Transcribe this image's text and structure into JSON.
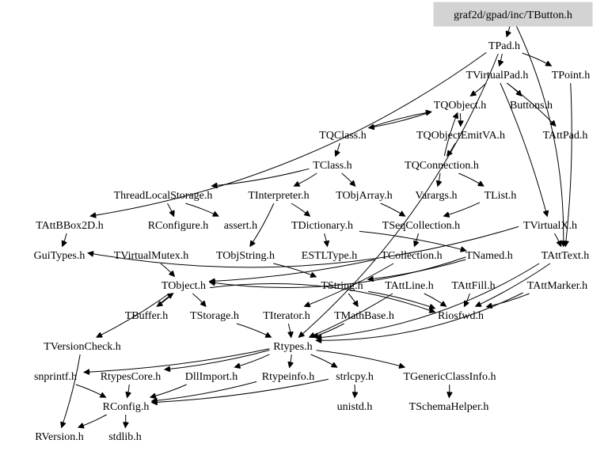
{
  "diagram": {
    "root": "graf2d/gpad/inc/TButton.h",
    "nodes": [
      {
        "id": "n0",
        "label": "graf2d/gpad/inc/TButton.h"
      },
      {
        "id": "n1",
        "label": "TPad.h"
      },
      {
        "id": "n2",
        "label": "TVirtualPad.h"
      },
      {
        "id": "n3",
        "label": "TPoint.h"
      },
      {
        "id": "n4",
        "label": "TQObject.h"
      },
      {
        "id": "n5",
        "label": "Buttons.h"
      },
      {
        "id": "n6",
        "label": "TQClass.h"
      },
      {
        "id": "n7",
        "label": "TQObjectEmitVA.h"
      },
      {
        "id": "n8",
        "label": "TAttPad.h"
      },
      {
        "id": "n9",
        "label": "TClass.h"
      },
      {
        "id": "n10",
        "label": "TQConnection.h"
      },
      {
        "id": "n11",
        "label": "ThreadLocalStorage.h"
      },
      {
        "id": "n12",
        "label": "TInterpreter.h"
      },
      {
        "id": "n13",
        "label": "TObjArray.h"
      },
      {
        "id": "n14",
        "label": "Varargs.h"
      },
      {
        "id": "n15",
        "label": "TList.h"
      },
      {
        "id": "n16",
        "label": "TAttBBox2D.h"
      },
      {
        "id": "n17",
        "label": "RConfigure.h"
      },
      {
        "id": "n18",
        "label": "assert.h"
      },
      {
        "id": "n19",
        "label": "TDictionary.h"
      },
      {
        "id": "n20",
        "label": "TSeqCollection.h"
      },
      {
        "id": "n21",
        "label": "TVirtualX.h"
      },
      {
        "id": "n22",
        "label": "GuiTypes.h"
      },
      {
        "id": "n23",
        "label": "TVirtualMutex.h"
      },
      {
        "id": "n24",
        "label": "TObjString.h"
      },
      {
        "id": "n25",
        "label": "ESTLType.h"
      },
      {
        "id": "n26",
        "label": "TCollection.h"
      },
      {
        "id": "n27",
        "label": "TNamed.h"
      },
      {
        "id": "n28",
        "label": "TAttText.h"
      },
      {
        "id": "n29",
        "label": "TObject.h"
      },
      {
        "id": "n30",
        "label": "TString.h"
      },
      {
        "id": "n31",
        "label": "TAttLine.h"
      },
      {
        "id": "n32",
        "label": "TAttFill.h"
      },
      {
        "id": "n33",
        "label": "TAttMarker.h"
      },
      {
        "id": "n34",
        "label": "TBuffer.h"
      },
      {
        "id": "n35",
        "label": "TStorage.h"
      },
      {
        "id": "n36",
        "label": "TIterator.h"
      },
      {
        "id": "n37",
        "label": "TMathBase.h"
      },
      {
        "id": "n38",
        "label": "Riosfwd.h"
      },
      {
        "id": "n39",
        "label": "TVersionCheck.h"
      },
      {
        "id": "n40",
        "label": "Rtypes.h"
      },
      {
        "id": "n41",
        "label": "snprintf.h"
      },
      {
        "id": "n42",
        "label": "RtypesCore.h"
      },
      {
        "id": "n43",
        "label": "DllImport.h"
      },
      {
        "id": "n44",
        "label": "Rtypeinfo.h"
      },
      {
        "id": "n45",
        "label": "strlcpy.h"
      },
      {
        "id": "n46",
        "label": "TGenericClassInfo.h"
      },
      {
        "id": "n47",
        "label": "RConfig.h"
      },
      {
        "id": "n48",
        "label": "unistd.h"
      },
      {
        "id": "n49",
        "label": "TSchemaHelper.h"
      },
      {
        "id": "n50",
        "label": "RVersion.h"
      },
      {
        "id": "n51",
        "label": "stdlib.h"
      }
    ],
    "edges": [
      {
        "from": "n0",
        "to": "n1"
      },
      {
        "from": "n0",
        "to": "n28"
      },
      {
        "from": "n1",
        "to": "n2"
      },
      {
        "from": "n1",
        "to": "n3"
      },
      {
        "from": "n1",
        "to": "n16"
      },
      {
        "from": "n2",
        "to": "n4"
      },
      {
        "from": "n2",
        "to": "n5"
      },
      {
        "from": "n2",
        "to": "n8"
      },
      {
        "from": "n2",
        "to": "n21"
      },
      {
        "from": "n3",
        "to": "n28"
      },
      {
        "from": "n4",
        "to": "n6"
      },
      {
        "from": "n4",
        "to": "n7"
      },
      {
        "from": "n6",
        "to": "n4"
      },
      {
        "from": "n7",
        "to": "n10"
      },
      {
        "from": "n10",
        "to": "n4"
      },
      {
        "from": "n6",
        "to": "n9"
      },
      {
        "from": "n9",
        "to": "n11"
      },
      {
        "from": "n9",
        "to": "n12"
      },
      {
        "from": "n9",
        "to": "n13"
      },
      {
        "from": "n10",
        "to": "n14"
      },
      {
        "from": "n10",
        "to": "n15"
      },
      {
        "from": "n11",
        "to": "n17"
      },
      {
        "from": "n11",
        "to": "n18"
      },
      {
        "from": "n12",
        "to": "n19"
      },
      {
        "from": "n12",
        "to": "n24"
      },
      {
        "from": "n13",
        "to": "n20"
      },
      {
        "from": "n15",
        "to": "n20"
      },
      {
        "from": "n16",
        "to": "n22"
      },
      {
        "from": "n19",
        "to": "n25"
      },
      {
        "from": "n19",
        "to": "n27"
      },
      {
        "from": "n20",
        "to": "n26"
      },
      {
        "from": "n21",
        "to": "n22"
      },
      {
        "from": "n21",
        "to": "n28"
      },
      {
        "from": "n23",
        "to": "n29"
      },
      {
        "from": "n24",
        "to": "n30"
      },
      {
        "from": "n26",
        "to": "n36"
      },
      {
        "from": "n26",
        "to": "n29"
      },
      {
        "from": "n27",
        "to": "n29"
      },
      {
        "from": "n27",
        "to": "n30"
      },
      {
        "from": "n28",
        "to": "n38"
      },
      {
        "from": "n29",
        "to": "n34"
      },
      {
        "from": "n29",
        "to": "n35"
      },
      {
        "from": "n29",
        "to": "n39"
      },
      {
        "from": "n29",
        "to": "n38"
      },
      {
        "from": "n30",
        "to": "n37"
      },
      {
        "from": "n30",
        "to": "n38"
      },
      {
        "from": "n31",
        "to": "n38"
      },
      {
        "from": "n32",
        "to": "n38"
      },
      {
        "from": "n33",
        "to": "n38"
      },
      {
        "from": "n34",
        "to": "n29"
      },
      {
        "from": "n35",
        "to": "n40"
      },
      {
        "from": "n36",
        "to": "n40"
      },
      {
        "from": "n37",
        "to": "n40"
      },
      {
        "from": "n39",
        "to": "n50"
      },
      {
        "from": "n40",
        "to": "n41"
      },
      {
        "from": "n40",
        "to": "n42"
      },
      {
        "from": "n40",
        "to": "n43"
      },
      {
        "from": "n40",
        "to": "n44"
      },
      {
        "from": "n40",
        "to": "n45"
      },
      {
        "from": "n40",
        "to": "n46"
      },
      {
        "from": "n41",
        "to": "n47"
      },
      {
        "from": "n42",
        "to": "n47"
      },
      {
        "from": "n43",
        "to": "n47"
      },
      {
        "from": "n44",
        "to": "n47"
      },
      {
        "from": "n45",
        "to": "n47"
      },
      {
        "from": "n45",
        "to": "n48"
      },
      {
        "from": "n46",
        "to": "n49"
      },
      {
        "from": "n47",
        "to": "n50"
      },
      {
        "from": "n47",
        "to": "n51"
      },
      {
        "from": "n1",
        "to": "n40"
      },
      {
        "from": "n33",
        "to": "n40"
      },
      {
        "from": "n31",
        "to": "n40"
      },
      {
        "from": "n28",
        "to": "n40"
      }
    ]
  }
}
